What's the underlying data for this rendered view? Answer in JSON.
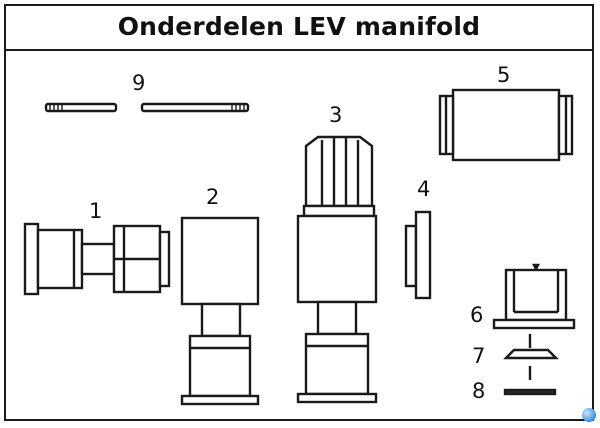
{
  "title": "Onderdelen LEV manifold",
  "part_labels": [
    "1",
    "2",
    "3",
    "4",
    "5",
    "6",
    "7",
    "8",
    "9"
  ],
  "colors": {
    "line": "#1a1a1a",
    "background": "#ffffff"
  }
}
